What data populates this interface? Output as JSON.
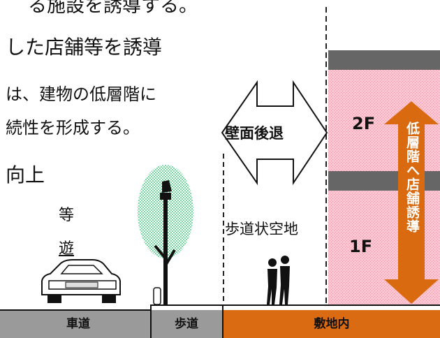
{
  "text": {
    "top_fragment": "る施設を誘導する。",
    "heading1": "した店舗等を誘導",
    "body_line1": "は、建物の低層階に",
    "body_line2": "続性を形成する。",
    "heading2": "向上",
    "fragment1": "等",
    "fragment2": "遊"
  },
  "diagram": {
    "arrow_label": "壁面後退",
    "space_label": "歩道状空地",
    "floor2": "2F",
    "floor1": "1F",
    "vertical_label": "低層階へ店舗誘導",
    "ground": {
      "roadway": "車道",
      "sidewalk": "歩道",
      "site": "敷地内"
    }
  },
  "colors": {
    "building_fill": "#f9c8d2",
    "building_pattern": "#ef8fa3",
    "slab": "#666666",
    "arrow": "#d96a0f",
    "ground_site": "#db6b12",
    "ground_road": "#9a9a9a",
    "tree": "#4ccc86",
    "text": "#111111"
  },
  "icons": {
    "car": "car-icon",
    "tree": "tree-icon",
    "streetlight": "streetlight-icon",
    "pedestrians": "pedestrians-icon",
    "bollard": "bollard-icon"
  }
}
